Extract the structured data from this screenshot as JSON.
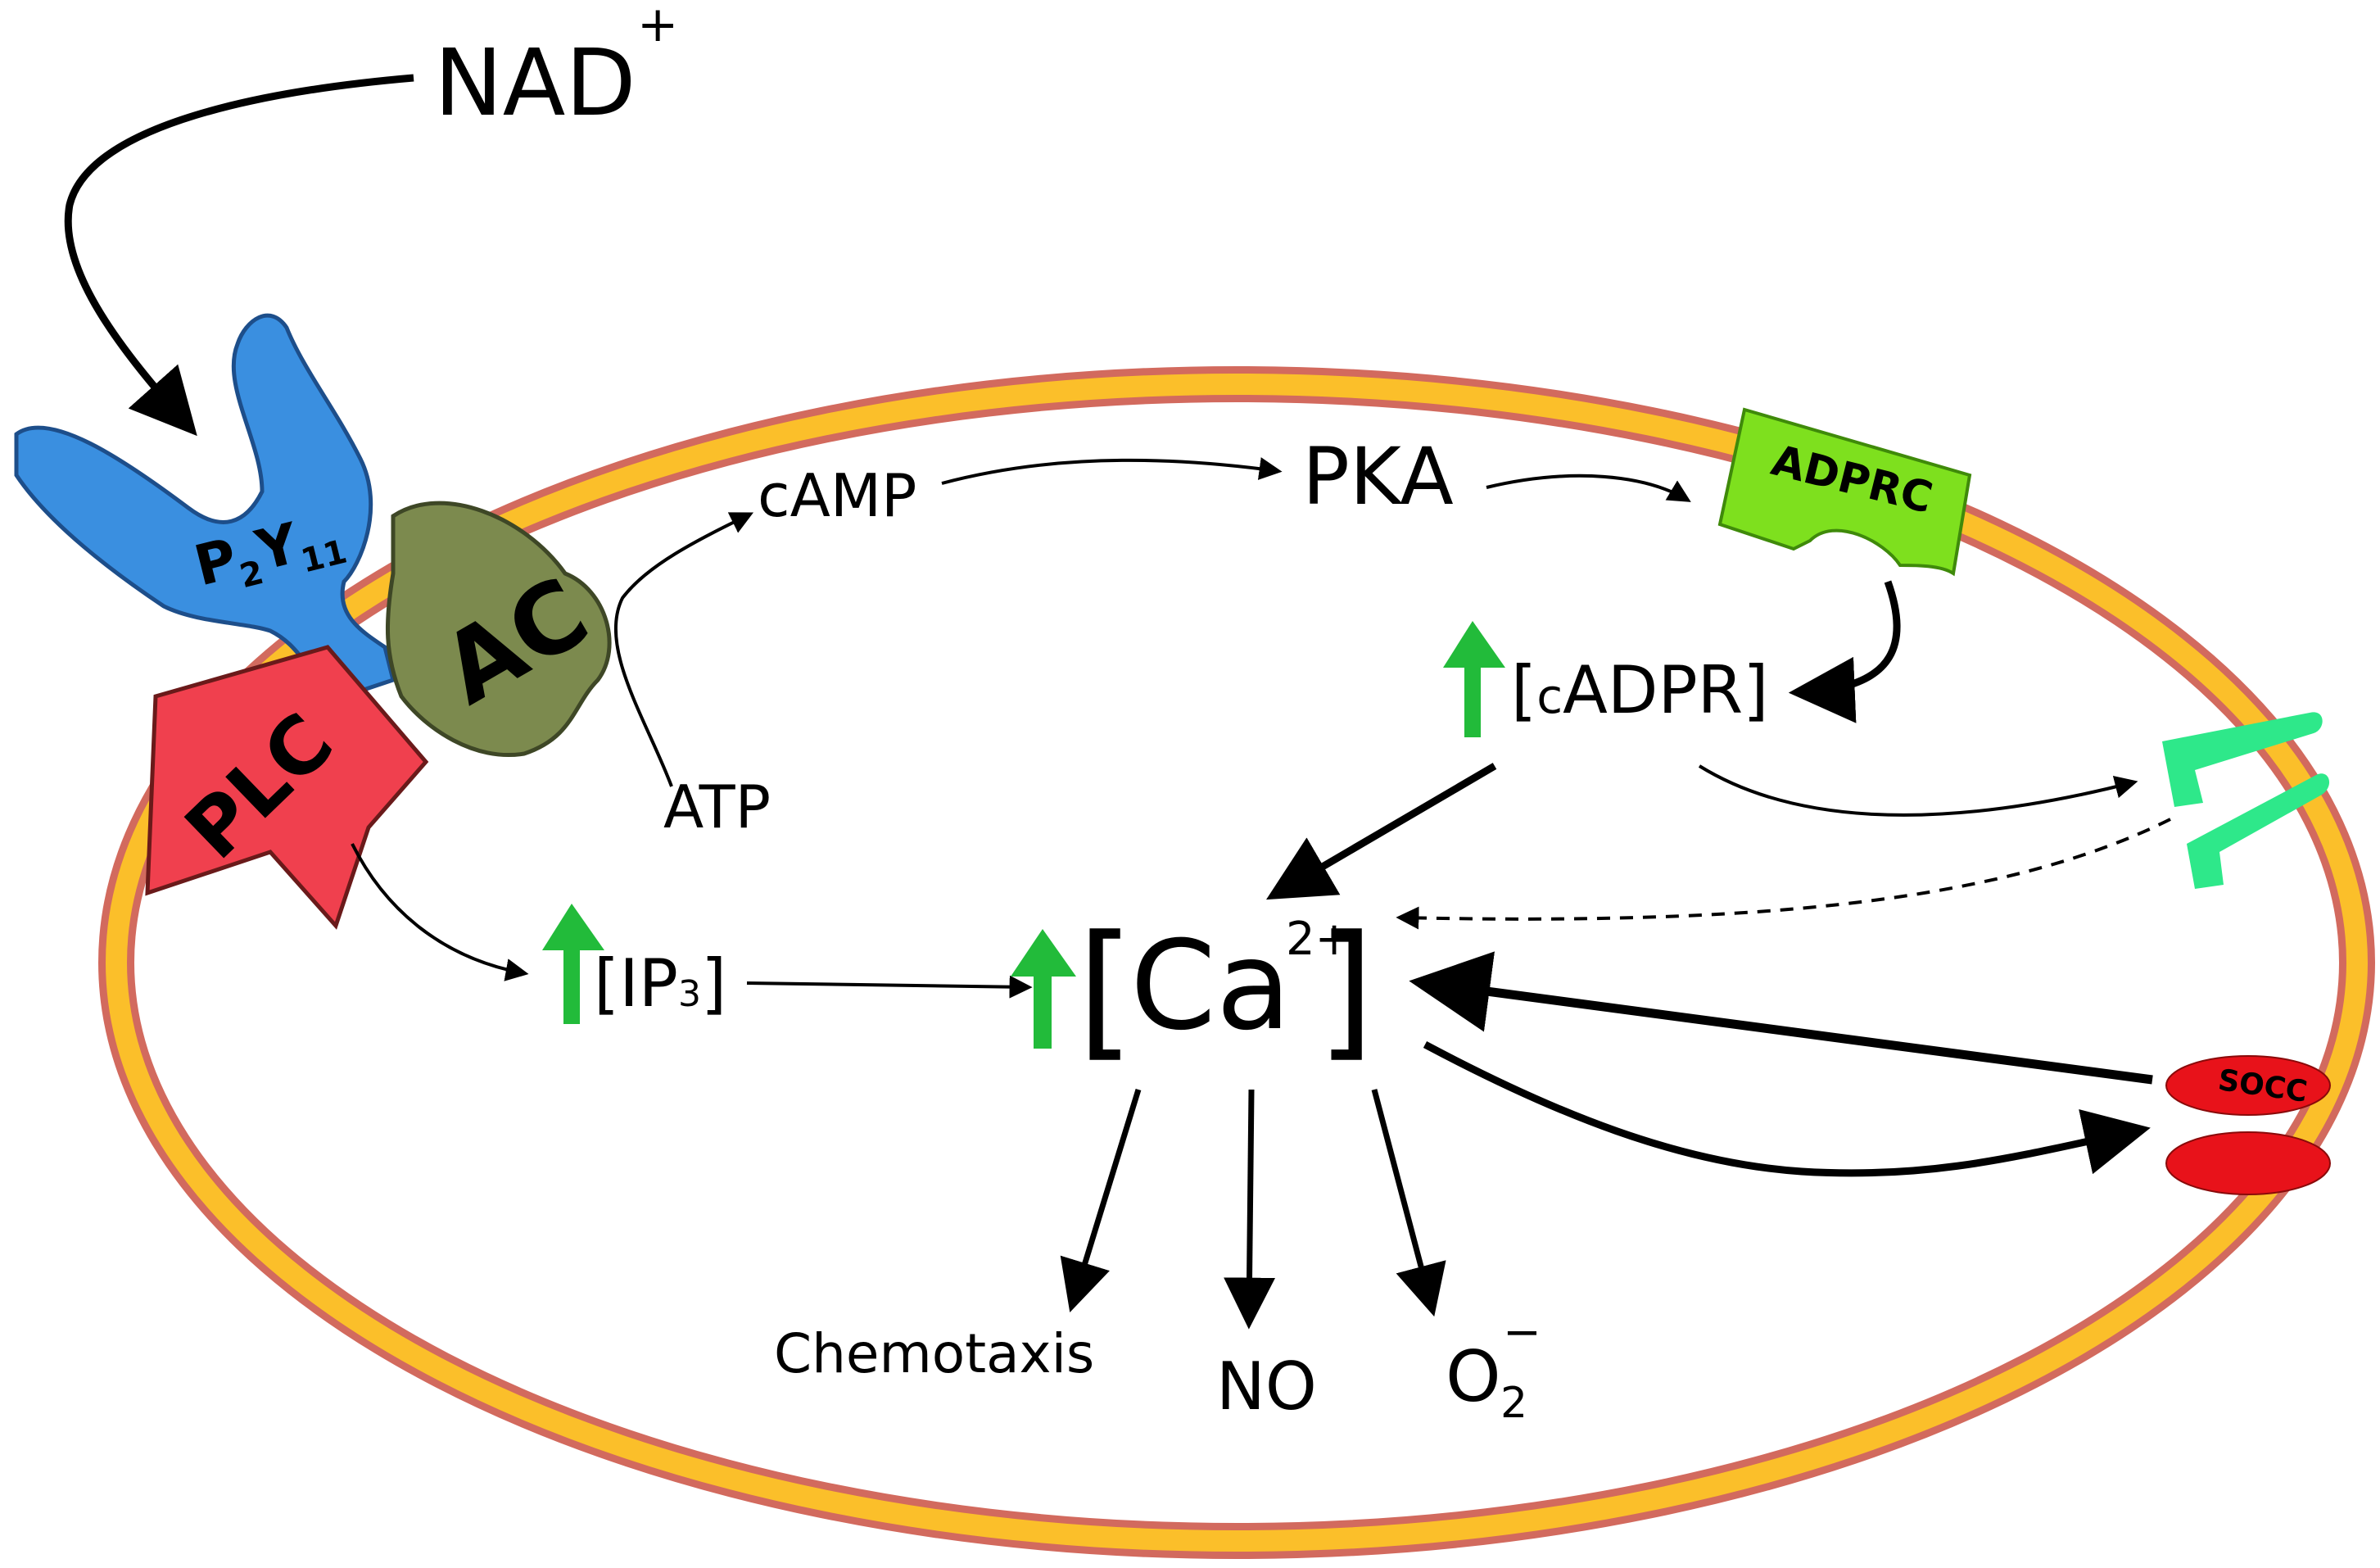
{
  "labels": {
    "nad": "NAD",
    "nad_sup": "+",
    "p2y11_p": "P",
    "p2y11_sub2": "2",
    "p2y11_y": "Y",
    "p2y11_sub11": "11",
    "ac": "AC",
    "plc": "PLC",
    "camp": "cAMP",
    "pka": "PKA",
    "adprc": "ADPRC",
    "atp": "ATP",
    "cadpr_open": "[",
    "cadpr_c": "c",
    "cadpr_rest": "ADPR]",
    "ip3_open": "[IP",
    "ip3_sub": "3",
    "ip3_close": "]",
    "ca_open": "[",
    "ca": "Ca",
    "ca_sup": "2+",
    "ca_close": "]",
    "socc": "SOCC",
    "chemotaxis": "Chemotaxis",
    "no": "NO",
    "o2": "O",
    "o2_sub": "2",
    "o2_sup": "−"
  },
  "colors": {
    "membrane_outer": "#d26a5e",
    "membrane_inner": "#fbbf2a",
    "p2y11": "#3a8fe0",
    "ac": "#7c8a4e",
    "plc": "#f0404e",
    "adprc": "#7ee01e",
    "channel": "#2ee88a",
    "socc": "#e8121a",
    "up_arrow": "#22bb3a"
  }
}
